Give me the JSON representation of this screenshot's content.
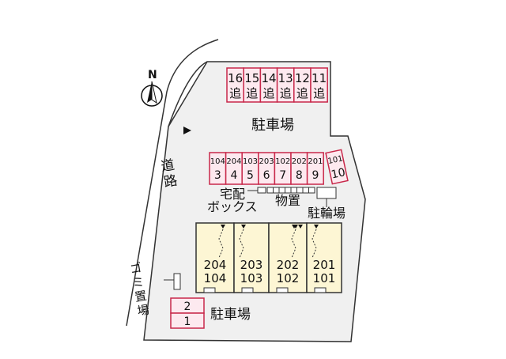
{
  "colors": {
    "lot": "#f0f0f0",
    "outline": "#333333",
    "parking_border": "#c8284a",
    "parking_fill": "#fde9ef",
    "building_fill": "#fdf6d4",
    "road": "#ffffff"
  },
  "compass": {
    "label": "N",
    "icon": "north-arrow-icon"
  },
  "road": {
    "label": "道路"
  },
  "garbage": {
    "label": "ゴミ置場"
  },
  "parking_main": {
    "label": "駐車場"
  },
  "parking_south": {
    "label": "駐車場"
  },
  "delivery_box": {
    "label_line1": "宅配",
    "label_line2": "ボックス"
  },
  "storage": {
    "label": "物置"
  },
  "bicycle": {
    "label": "駐輪場"
  },
  "extra_spots": [
    {
      "num": "16",
      "tag": "追"
    },
    {
      "num": "15",
      "tag": "追"
    },
    {
      "num": "14",
      "tag": "追"
    },
    {
      "num": "13",
      "tag": "追"
    },
    {
      "num": "12",
      "tag": "追"
    },
    {
      "num": "11",
      "tag": "追"
    }
  ],
  "middle_spots": [
    {
      "unit": "104",
      "num": "3"
    },
    {
      "unit": "204",
      "num": "4"
    },
    {
      "unit": "103",
      "num": "5"
    },
    {
      "unit": "203",
      "num": "6"
    },
    {
      "unit": "102",
      "num": "7"
    },
    {
      "unit": "202",
      "num": "8"
    },
    {
      "unit": "201",
      "num": "9"
    },
    {
      "unit": "101",
      "num": "10"
    }
  ],
  "south_spots": [
    {
      "num": "2"
    },
    {
      "num": "1"
    }
  ],
  "units": [
    {
      "upper": "204",
      "lower": "104"
    },
    {
      "upper": "203",
      "lower": "103"
    },
    {
      "upper": "202",
      "lower": "102"
    },
    {
      "upper": "201",
      "lower": "101"
    }
  ]
}
